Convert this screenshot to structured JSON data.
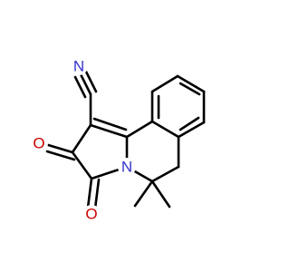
{
  "molecule": {
    "atoms": [
      {
        "id": "N1",
        "symbol": "N",
        "color": "#3333cc"
      },
      {
        "id": "N2",
        "symbol": "N",
        "color": "#3333cc"
      },
      {
        "id": "O1",
        "symbol": "O",
        "color": "#cc0000"
      },
      {
        "id": "O2",
        "symbol": "O",
        "color": "#cc0000"
      }
    ],
    "bond_color": "#000000",
    "background": "#ffffff"
  }
}
